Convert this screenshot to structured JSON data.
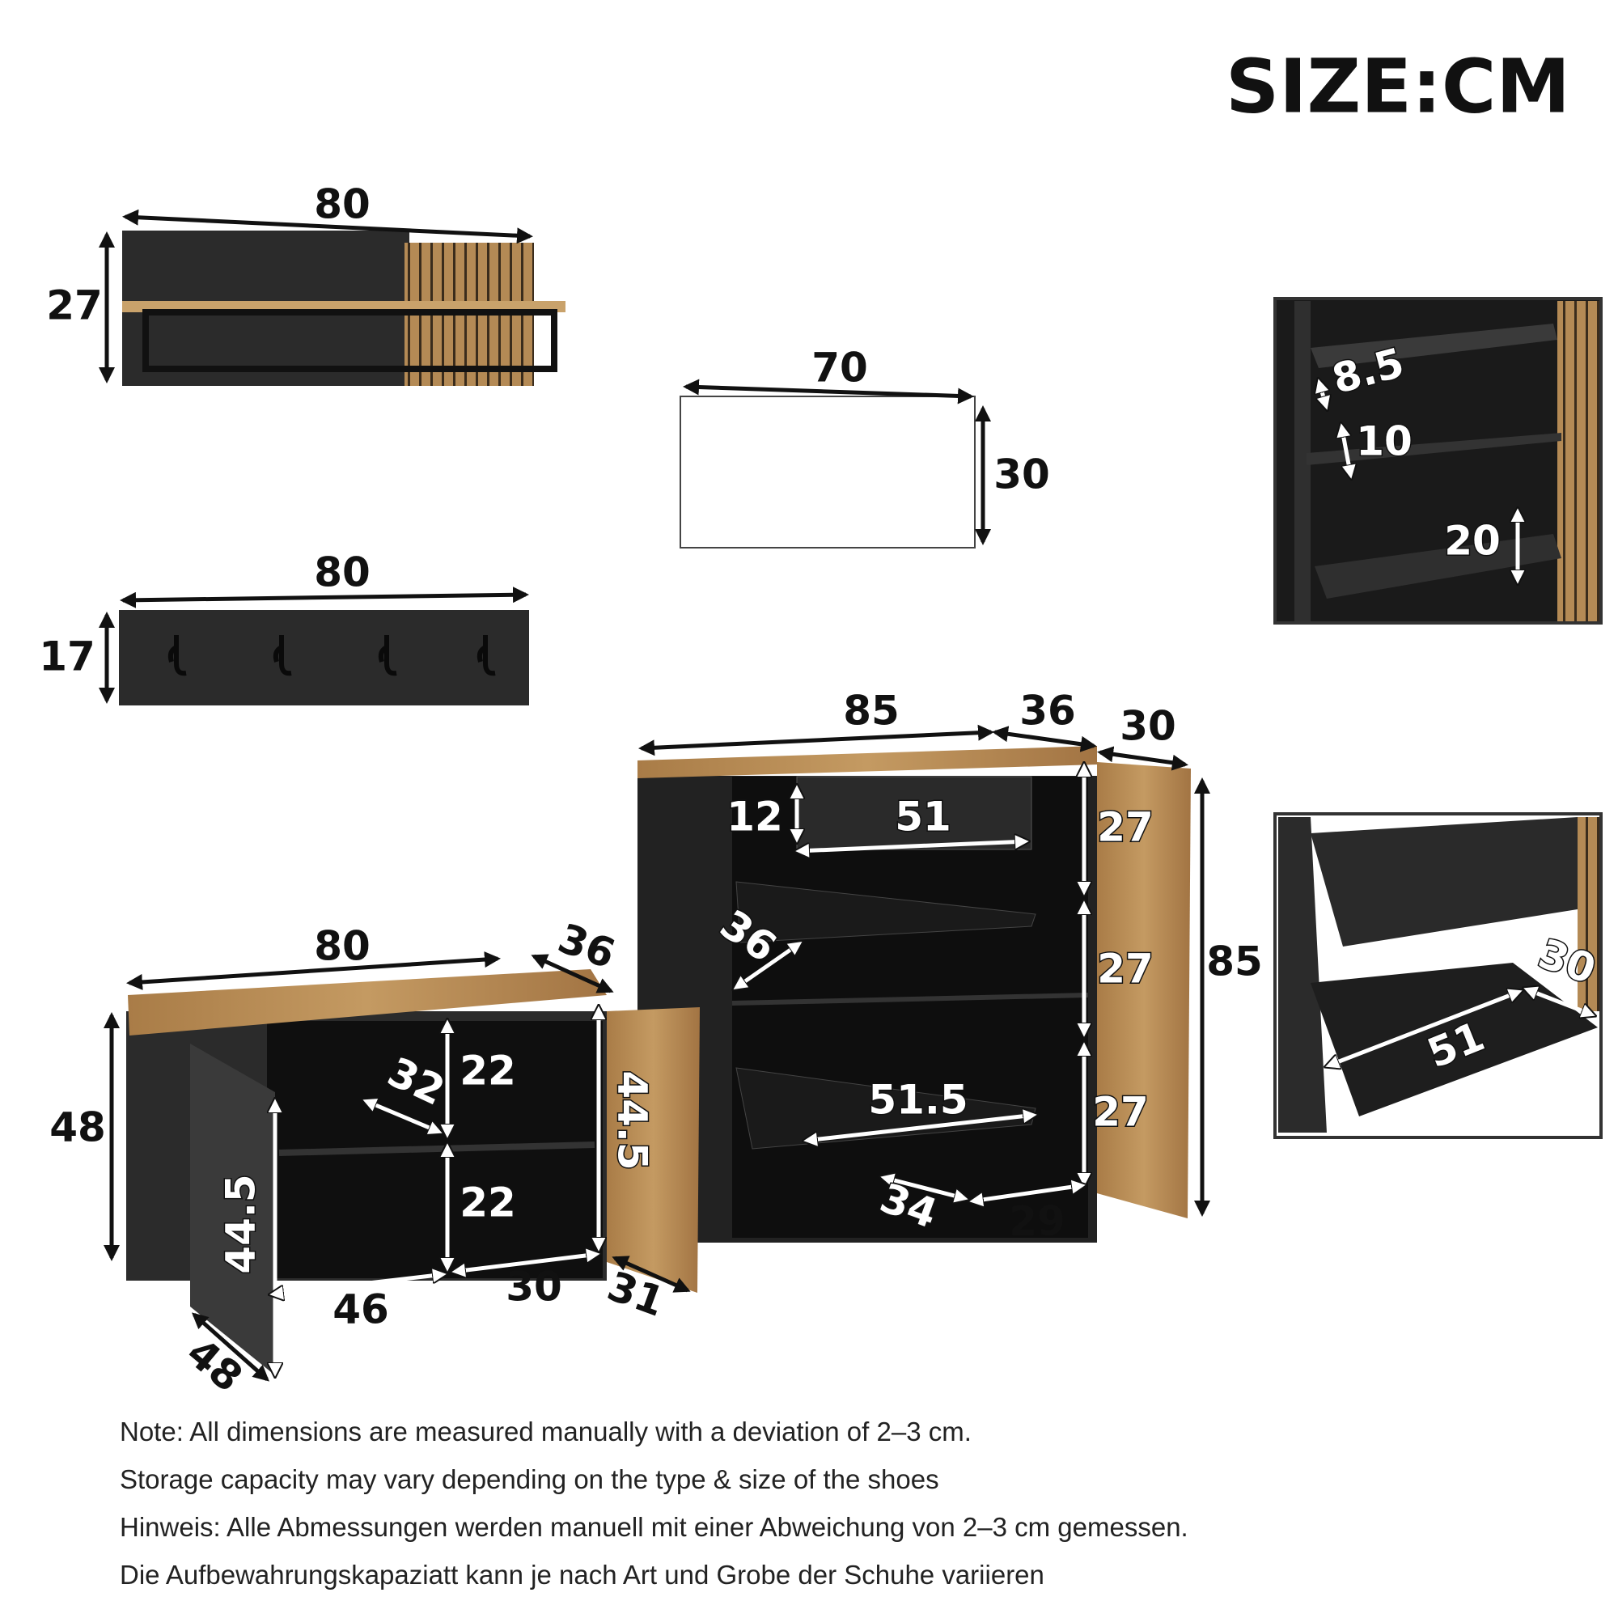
{
  "title": "SIZE:CM",
  "wall_shelf": {
    "width": "80",
    "height": "27"
  },
  "mirror": {
    "width": "70",
    "height": "30"
  },
  "hook_rail": {
    "width": "80",
    "height": "17"
  },
  "inset_top": {
    "flap_gap": "8.5",
    "flap_height": "10",
    "compartment": "20"
  },
  "inset_bottom": {
    "depth": "30",
    "width": "51"
  },
  "shoe_cabinet": {
    "width": "85",
    "depth": "36",
    "door_width": "30",
    "height": "85",
    "drawer_height": "12",
    "drawer_width": "51",
    "section_1": "27",
    "section_2": "27",
    "section_3": "27",
    "flap_depth": "36",
    "flap_width": "51.5",
    "inner_depth": "34",
    "inner_width": "29"
  },
  "low_cabinet": {
    "width": "80",
    "depth": "36",
    "height": "48",
    "shelf_depth": "32",
    "upper_height": "22",
    "lower_height": "22",
    "inner_height_right": "44.5",
    "inner_height_left": "44.5",
    "left_width": "46",
    "right_width": "30",
    "door_depth": "31",
    "door_width": "48"
  },
  "notes": [
    "Note: All dimensions are measured manually with a deviation of 2–3 cm.",
    "Storage capacity may vary depending on the type & size of the shoes",
    "Hinweis: Alle Abmessungen werden manuell mit einer Abweichung von 2–3 cm gemessen.",
    "Die Aufbewahrungskapaziatt kann je nach Art und Grobe der Schuhe variieren"
  ],
  "colors": {
    "panel": "#2b2b2b",
    "wood": "#b48a55",
    "ink": "#111111"
  }
}
